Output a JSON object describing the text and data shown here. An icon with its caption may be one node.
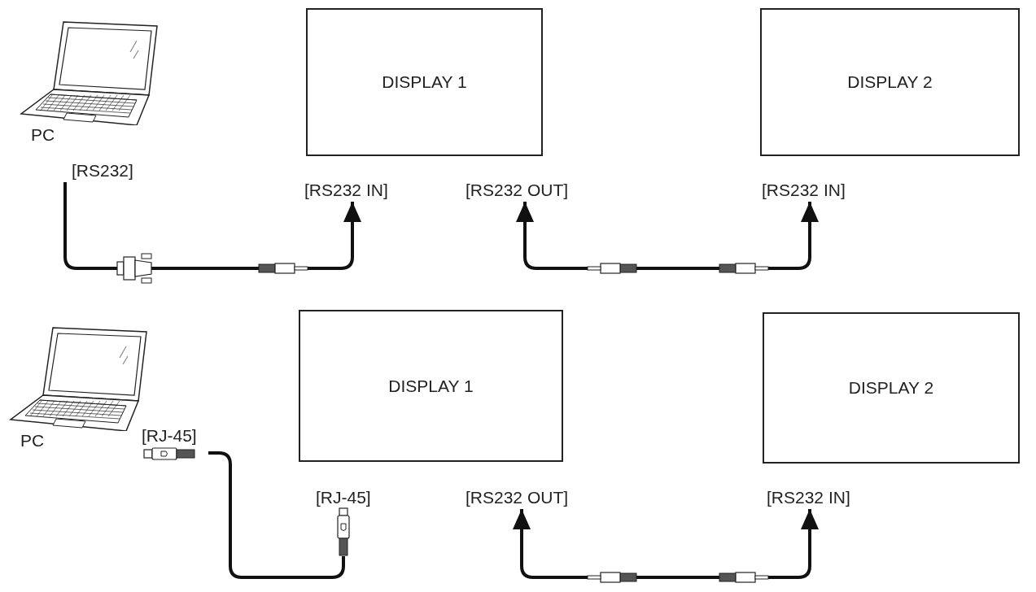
{
  "diagram": {
    "nodes": [
      {
        "text": [
          "PC"
        ]
      },
      {
        "text": [
          "[RS232]"
        ]
      },
      {
        "text": [
          "DISPLAY 1"
        ]
      },
      {
        "text": [
          "DISPLAY 2"
        ]
      },
      {
        "text": [
          "[RS232 IN]"
        ]
      },
      {
        "text": [
          "[RS232 OUT]"
        ]
      },
      {
        "text": [
          "[RS232 IN]"
        ]
      },
      {
        "text": [
          "PC"
        ]
      },
      {
        "text": [
          "[RJ-45]"
        ]
      },
      {
        "text": [
          "DISPLAY 1"
        ]
      },
      {
        "text": [
          "DISPLAY 2"
        ]
      },
      {
        "text": [
          "[RJ-45]"
        ]
      },
      {
        "text": [
          "[RS232 OUT]"
        ]
      },
      {
        "text": [
          "[RS232 IN]"
        ]
      }
    ],
    "edges": [
      {
        "from": 1,
        "to": 4,
        "arrow": "to"
      },
      {
        "from": 5,
        "to": 6,
        "arrow": "both"
      },
      {
        "from": 8,
        "to": 11,
        "arrow": "none"
      },
      {
        "from": 12,
        "to": 13,
        "arrow": "both"
      }
    ]
  }
}
